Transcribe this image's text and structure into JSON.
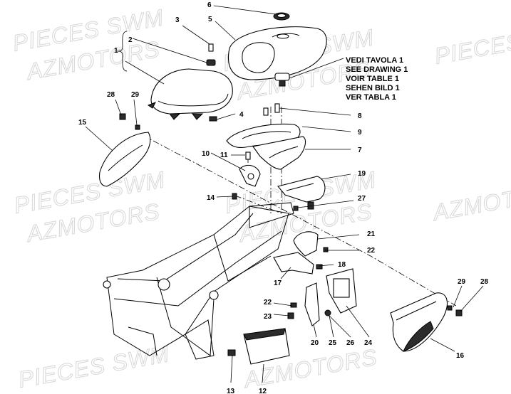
{
  "watermarks": [
    "PIECES SWM",
    "AZMOTORS",
    "PIECES SWM",
    "AZMOTORS",
    "PIECES SWM",
    "AZMOTORS",
    "PIECES SWM",
    "AZMOTORS",
    "PIECES SWM",
    "AZMOTORS",
    "PIECES SWM",
    "AZMOTORS"
  ],
  "reference_note": [
    "VEDI TAVOLA 1",
    "SEE DRAWING 1",
    "VOIR TABLE 1",
    "SEHEN BILD 1",
    "VER TABLA 1"
  ],
  "part_numbers": [
    "1",
    "2",
    "3",
    "4",
    "5",
    "6",
    "7",
    "8",
    "9",
    "10",
    "11",
    "12",
    "13",
    "14",
    "15",
    "16",
    "17",
    "18",
    "19",
    "20",
    "21",
    "22",
    "22",
    "23",
    "25",
    "26",
    "24",
    "27",
    "28",
    "29",
    "28",
    "29"
  ]
}
